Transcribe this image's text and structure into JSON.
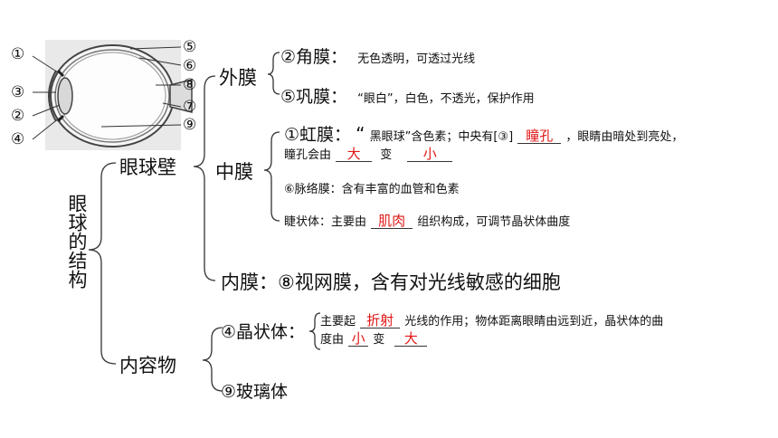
{
  "eye_labels": [
    "①",
    "②",
    "③",
    "④",
    "⑤",
    "⑥",
    "⑦",
    "⑧",
    "⑨"
  ],
  "root": "眼球的结构",
  "wall": "眼球壁",
  "contents": "内容物",
  "outer": "外膜",
  "middle": "中膜",
  "inner": "内膜：⑧视网膜，含有对光线敏感的细胞",
  "cornea": {
    "name": "②角膜：",
    "desc": "无色透明，可透过光线"
  },
  "sclera": {
    "name": "⑤巩膜：",
    "desc": "“眼白”，白色，不透光，保护作用"
  },
  "iris": {
    "name": "①虹膜：",
    "quote": "“",
    "desc_1": "黑眼球”含色素；中央有[③]",
    "answer_1": "瞳孔",
    "desc_2": "，眼睛由暗处到亮处，",
    "desc_3": "瞳孔会由",
    "answer_2": "大",
    "desc_4": "变",
    "answer_3": "小"
  },
  "choroid": "⑥脉络膜：含有丰富的血管和色素",
  "ciliary": {
    "desc_1": "睫状体：主要由",
    "answer": "肌肉",
    "desc_2": "组织构成，可调节晶状体曲度"
  },
  "lens": {
    "name": "④晶状体：",
    "desc_1": "主要起",
    "answer_1": "折射",
    "desc_2": "光线的作用；物体距离眼睛由远到近，晶状体的曲",
    "desc_3": "度由",
    "answer_2": "小",
    "desc_4": "变",
    "answer_3": "大"
  },
  "vitreous": "⑨玻璃体",
  "colors": {
    "answer": "#e01818",
    "text": "#111111"
  }
}
